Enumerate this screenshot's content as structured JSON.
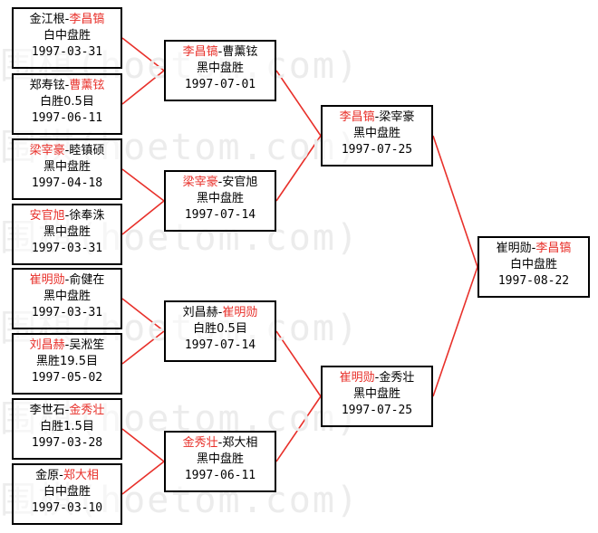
{
  "colors": {
    "winner": "#e8302a",
    "connector": "#e8302a",
    "text": "#000000",
    "border": "#000000",
    "watermark": "#ececec"
  },
  "watermark": "围棋(hoetom.com)",
  "matches": [
    {
      "id": "r1m1",
      "p1": "金江根",
      "p2": "李昌镐",
      "winner": 2,
      "result": "白中盘胜",
      "date": "1997-03-31"
    },
    {
      "id": "r1m2",
      "p1": "郑寿铉",
      "p2": "曹薰铉",
      "winner": 2,
      "result": "白胜0.5目",
      "date": "1997-06-11"
    },
    {
      "id": "r1m3",
      "p1": "梁宰豪",
      "p2": "睦镇硕",
      "winner": 1,
      "result": "黑中盘胜",
      "date": "1997-04-18"
    },
    {
      "id": "r1m4",
      "p1": "安官旭",
      "p2": "徐奉洙",
      "winner": 1,
      "result": "黑中盘胜",
      "date": "1997-03-31"
    },
    {
      "id": "r1m5",
      "p1": "崔明勋",
      "p2": "俞健在",
      "winner": 1,
      "result": "黑中盘胜",
      "date": "1997-03-31"
    },
    {
      "id": "r1m6",
      "p1": "刘昌赫",
      "p2": "吴淞笙",
      "winner": 1,
      "result": "黑胜19.5目",
      "date": "1997-05-02"
    },
    {
      "id": "r1m7",
      "p1": "李世石",
      "p2": "金秀壮",
      "winner": 2,
      "result": "白胜1.5目",
      "date": "1997-03-28"
    },
    {
      "id": "r1m8",
      "p1": "金原",
      "p2": "郑大相",
      "winner": 2,
      "result": "白中盘胜",
      "date": "1997-03-10"
    },
    {
      "id": "r2m1",
      "p1": "李昌镐",
      "p2": "曹薰铉",
      "winner": 1,
      "result": "黑中盘胜",
      "date": "1997-07-01"
    },
    {
      "id": "r2m2",
      "p1": "梁宰豪",
      "p2": "安官旭",
      "winner": 1,
      "result": "黑中盘胜",
      "date": "1997-07-14"
    },
    {
      "id": "r2m3",
      "p1": "刘昌赫",
      "p2": "崔明勋",
      "winner": 2,
      "result": "白胜0.5目",
      "date": "1997-07-14"
    },
    {
      "id": "r2m4",
      "p1": "金秀壮",
      "p2": "郑大相",
      "winner": 1,
      "result": "黑中盘胜",
      "date": "1997-06-11"
    },
    {
      "id": "r3m1",
      "p1": "李昌镐",
      "p2": "梁宰豪",
      "winner": 1,
      "result": "黑中盘胜",
      "date": "1997-07-25"
    },
    {
      "id": "r3m2",
      "p1": "崔明勋",
      "p2": "金秀壮",
      "winner": 1,
      "result": "黑中盘胜",
      "date": "1997-07-25"
    },
    {
      "id": "final",
      "p1": "崔明勋",
      "p2": "李昌镐",
      "winner": 2,
      "result": "白中盘胜",
      "date": "1997-08-22"
    }
  ]
}
